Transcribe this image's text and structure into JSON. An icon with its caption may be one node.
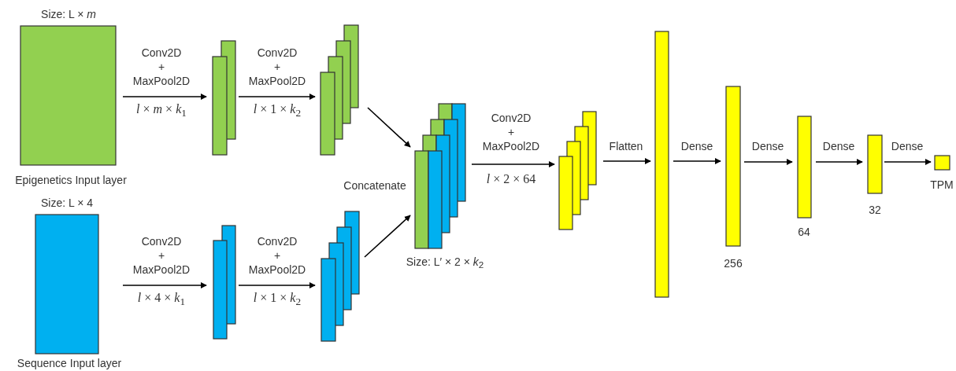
{
  "diagram": {
    "nodes": [
      {
        "text": [
          "Size: L × *m*",
          "Epigenetics Input layer"
        ]
      },
      {
        "text": [],
        "shape": "box"
      },
      {
        "text": [],
        "shape": "box"
      },
      {
        "text": [
          "Size: L × 4",
          "Sequence Input layer"
        ]
      },
      {
        "text": [],
        "shape": "box"
      },
      {
        "text": [],
        "shape": "box"
      },
      {
        "text": [
          "Size: L′ × 2 × *k*$_{2}$"
        ],
        "beside": [
          "Concatenate"
        ]
      },
      {
        "text": [],
        "shape": "box"
      },
      {
        "text": [],
        "shape": "bar"
      },
      {
        "text": [
          "256"
        ]
      },
      {
        "text": [
          "64"
        ]
      },
      {
        "text": [
          "32"
        ]
      },
      {
        "text": [
          "TPM"
        ]
      }
    ],
    "edges": [
      {
        "from": 0,
        "to": 1,
        "arrow": "to",
        "label": "Conv2D + MaxPool2D"
      },
      {
        "from": 1,
        "to": 2,
        "arrow": "to",
        "label": "Conv2D + MaxPool2D"
      },
      {
        "from": 3,
        "to": 4,
        "arrow": "to",
        "label": "Conv2D + MaxPool2D"
      },
      {
        "from": 4,
        "to": 5,
        "arrow": "to",
        "label": "Conv2D + MaxPool2D"
      },
      {
        "from": 2,
        "to": 6,
        "arrow": "to"
      },
      {
        "from": 5,
        "to": 6,
        "arrow": "to"
      },
      {
        "from": 6,
        "to": 7,
        "arrow": "to",
        "label": "Conv2D + MaxPool2D"
      },
      {
        "from": 7,
        "to": 8,
        "arrow": "to",
        "label": "Flatten"
      },
      {
        "from": 8,
        "to": 9,
        "arrow": "to",
        "label": "Dense"
      },
      {
        "from": 9,
        "to": 10,
        "arrow": "to",
        "label": "Dense"
      },
      {
        "from": 10,
        "to": 11,
        "arrow": "to",
        "label": "Dense"
      },
      {
        "from": 11,
        "to": 12,
        "arrow": "to",
        "label": "Dense"
      }
    ],
    "labels": [
      "*l* × *m* × *k*$_{1}$",
      "*l* × 1 × *k*$_{2}$",
      "*l* × 2 × 64",
      "*l* × 4 × *k*$_{1}$",
      "*l* × 1 × *k*$_{2}$"
    ]
  }
}
